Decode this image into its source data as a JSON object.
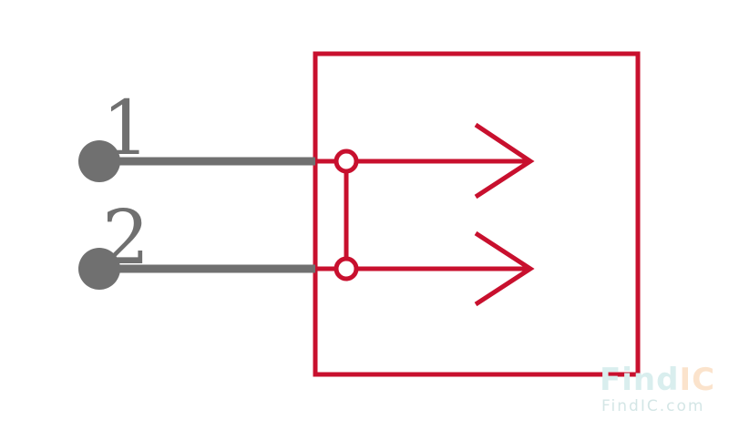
{
  "pins": [
    {
      "number": "1"
    },
    {
      "number": "2"
    }
  ],
  "watermark": {
    "brand_part1": "Find",
    "brand_part2": "IC",
    "url": "FindIC.com"
  },
  "colors": {
    "body": "#c8102e",
    "pin": "#707070",
    "watermark_part1": "#d9eeee",
    "watermark_part2": "#fbe3cc",
    "watermark_url": "#d4e6e6"
  },
  "symbol": {
    "type": "connector-two-pin",
    "pins_bridged": true
  }
}
